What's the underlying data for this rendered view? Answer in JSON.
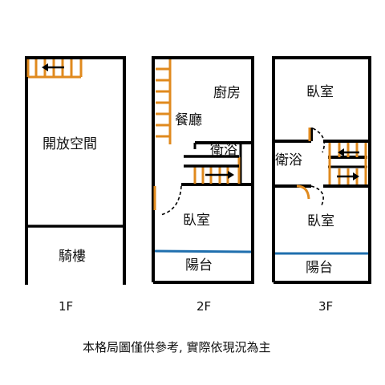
{
  "floors": [
    {
      "label": "1F",
      "rooms": [
        "開放空間",
        "騎樓"
      ]
    },
    {
      "label": "2F",
      "rooms": [
        "廚房",
        "餐廳",
        "衛浴",
        "臥室",
        "陽台"
      ]
    },
    {
      "label": "3F",
      "rooms": [
        "臥室",
        "衛浴",
        "臥室",
        "陽台"
      ]
    }
  ],
  "disclaimer": "本格局圖僅供參考, 實際依現況為主",
  "colors": {
    "wall": "#000000",
    "stairs": "#e08a1e",
    "balcony_rail": "#1f6fae",
    "arrow": "#000000"
  }
}
